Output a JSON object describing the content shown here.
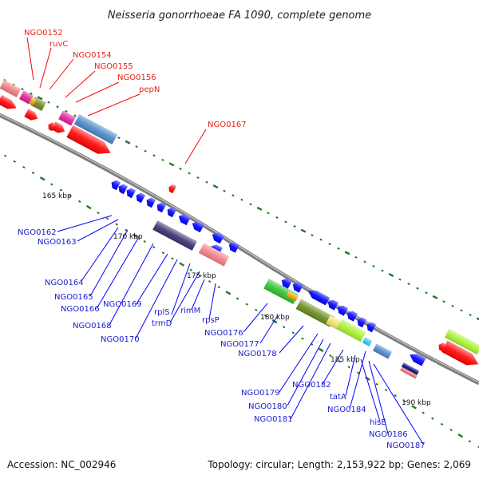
{
  "header": {
    "title": "Neisseria gonorrhoeae FA 1090, complete genome"
  },
  "footer": {
    "accession": "Accession: NC_002946",
    "topology": "Topology: circular; Length: 2,153,922 bp; Genes: 2,069"
  },
  "scale_ticks": [
    "165 kbp",
    "170 kbp",
    "175 kbp",
    "180 kbp",
    "185 kbp",
    "190 kbp"
  ],
  "colors": {
    "forward_strand": "#ff0000",
    "reverse_strand": "#0000ff",
    "backbone": "#808080",
    "tick": "#227722"
  },
  "genes_forward": [
    "NGO0152",
    "ruvC",
    "NGO0154",
    "NGO0155",
    "NGO0156",
    "pepN",
    "NGO0167"
  ],
  "genes_reverse": [
    "NGO0162",
    "NGO0163",
    "NGO0164",
    "NGO0165",
    "NGO0166",
    "NGO0169",
    "NGO0168",
    "rplS",
    "trmD",
    "rimM",
    "rpsP",
    "NGO0170",
    "NGO0176",
    "NGO0177",
    "NGO0178",
    "NGO0179",
    "NGO0180",
    "NGO0181",
    "NGO0182",
    "tatA",
    "NGO0184",
    "hisE",
    "NGO0186",
    "NGO0187"
  ]
}
